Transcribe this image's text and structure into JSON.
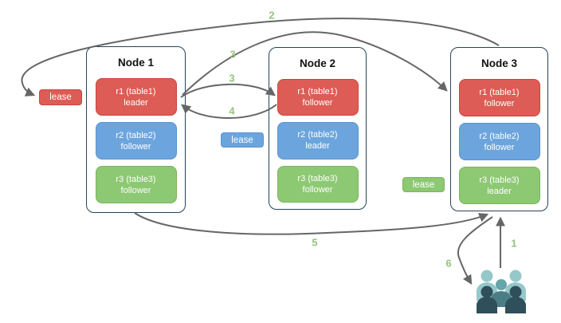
{
  "diagram": {
    "nodes": [
      {
        "title": "Node 1",
        "replicas": [
          {
            "name": "r1 (table1)",
            "role": "leader",
            "color": "#dd5c55"
          },
          {
            "name": "r2 (table2)",
            "role": "follower",
            "color": "#6ca5dd"
          },
          {
            "name": "r3 (table3)",
            "role": "follower",
            "color": "#8dc873"
          }
        ]
      },
      {
        "title": "Node 2",
        "replicas": [
          {
            "name": "r1 (table1)",
            "role": "follower",
            "color": "#dd5c55"
          },
          {
            "name": "r2 (table2)",
            "role": "leader",
            "color": "#6ca5dd"
          },
          {
            "name": "r3 (table3)",
            "role": "follower",
            "color": "#8dc873"
          }
        ]
      },
      {
        "title": "Node 3",
        "replicas": [
          {
            "name": "r1 (table1)",
            "role": "follower",
            "color": "#dd5c55"
          },
          {
            "name": "r2 (table2)",
            "role": "follower",
            "color": "#6ca5dd"
          },
          {
            "name": "r3 (table3)",
            "role": "leader",
            "color": "#8dc873"
          }
        ]
      }
    ],
    "leases": [
      {
        "label": "lease",
        "color": "#dd5c55",
        "position": "left-of-node-1"
      },
      {
        "label": "lease",
        "color": "#6ca5dd",
        "position": "between-node-1-and-2"
      },
      {
        "label": "lease",
        "color": "#8dc873",
        "position": "between-node-2-and-3"
      }
    ],
    "steps": {
      "s1": "1",
      "s2": "2",
      "s3a": "3",
      "s3b": "3",
      "s4": "4",
      "s5": "5",
      "s6": "6"
    },
    "icons": {
      "users_group": "users-group-icon"
    },
    "colors": {
      "replica_red": "#dd5c55",
      "replica_red_border": "#c9453e",
      "replica_blue": "#6ca5dd",
      "replica_blue_border": "#5a94cf",
      "replica_green": "#8dc873",
      "replica_green_border": "#7ab45e",
      "node_border": "#23445d",
      "arrow": "#666666",
      "step_label": "#93c47d",
      "users_light": "#95c8ca",
      "users_mid_head": "#66a5a9",
      "users_mid_body": "#4a7d86",
      "users_dark": "#2f4f5a"
    }
  }
}
